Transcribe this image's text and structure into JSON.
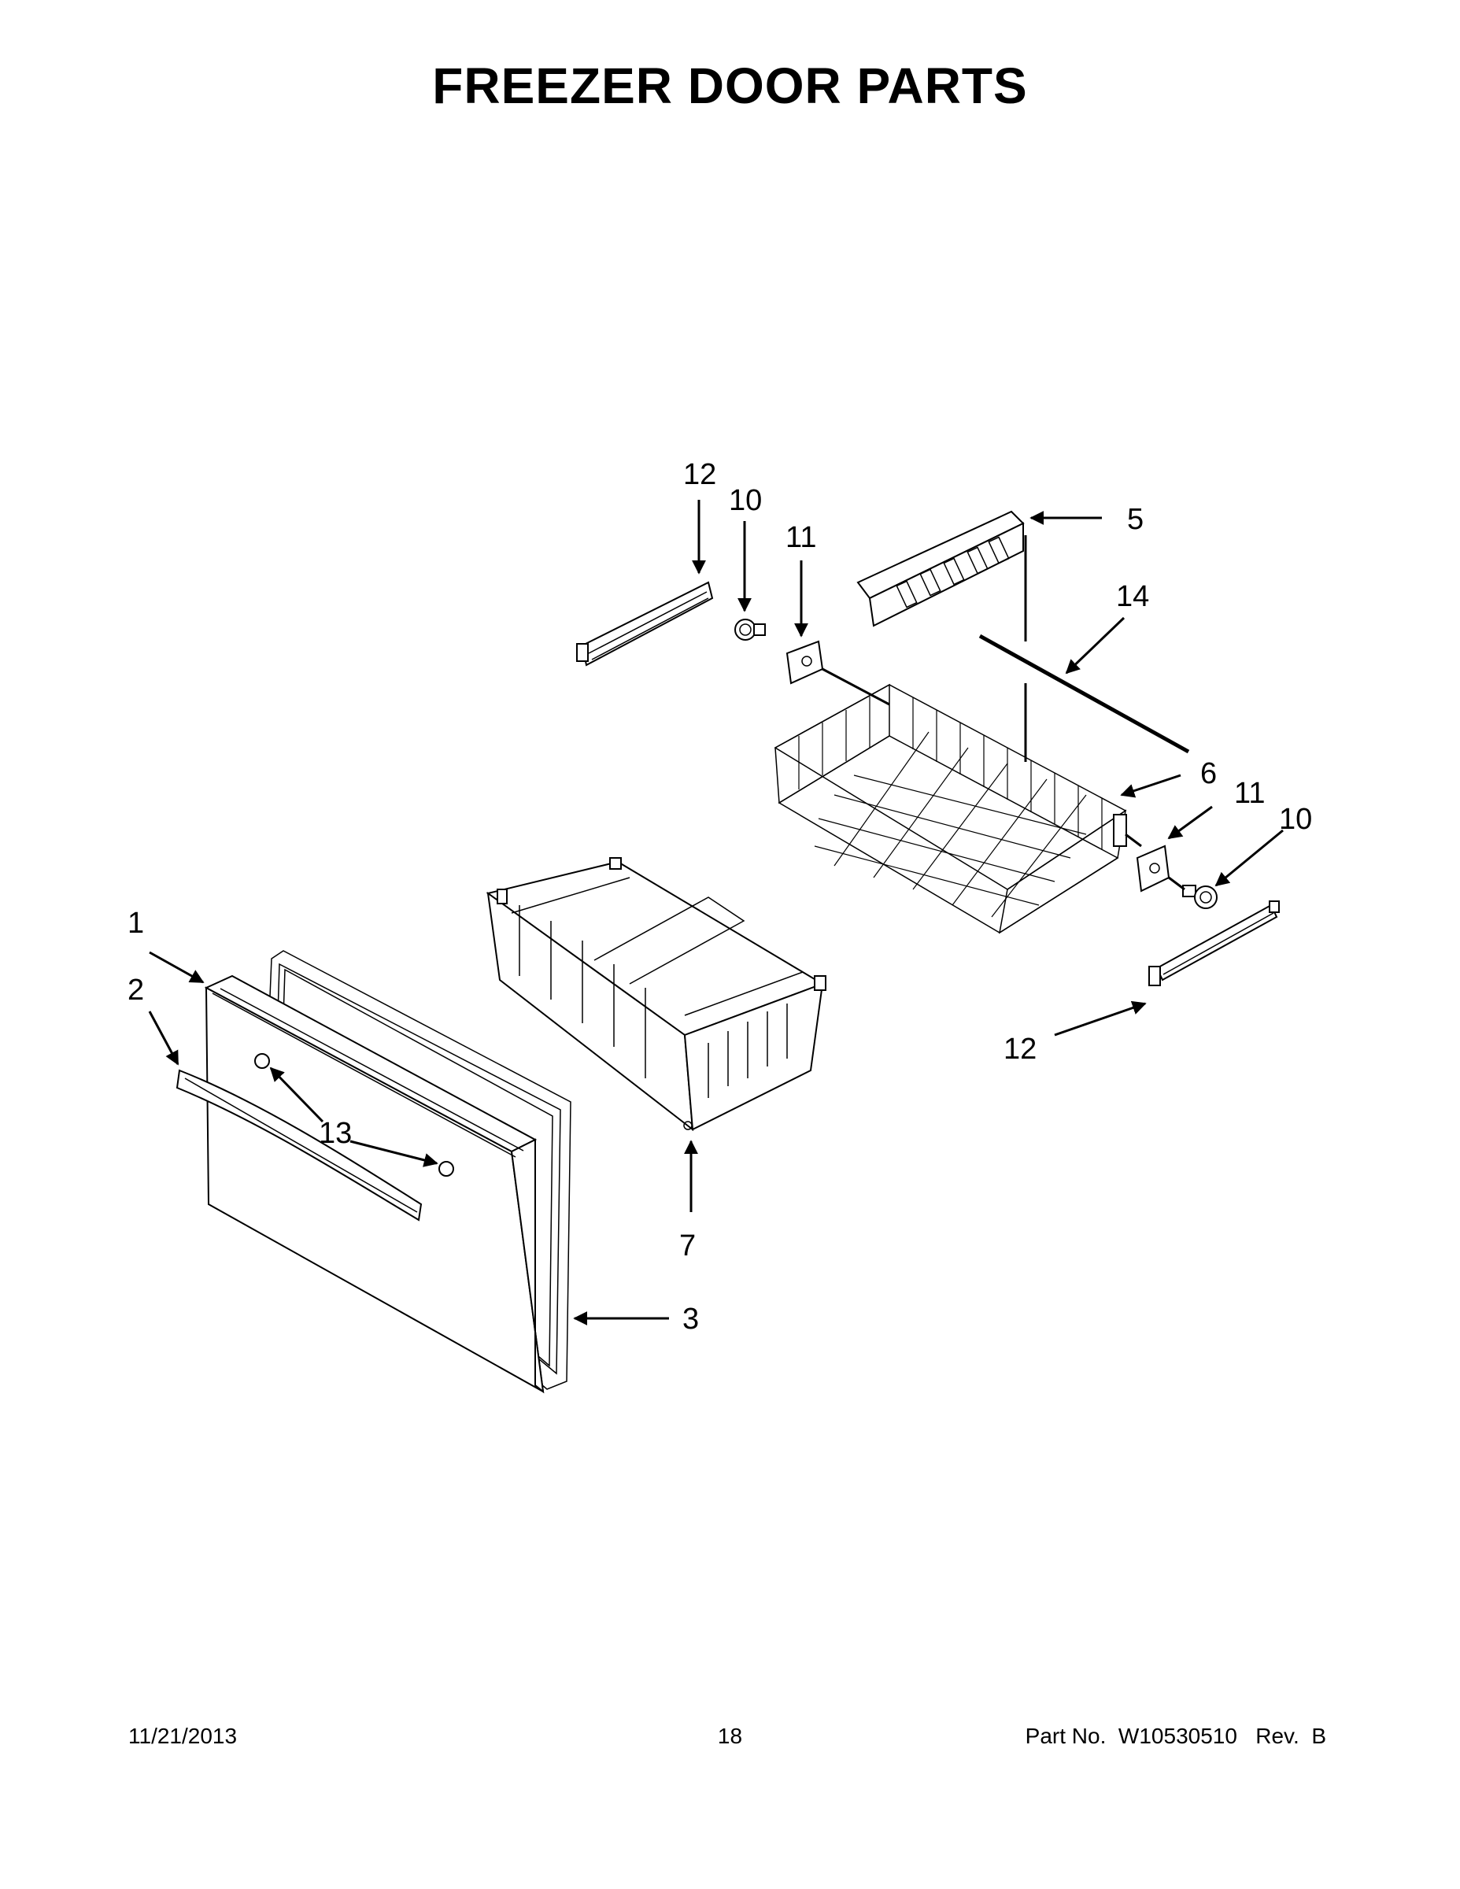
{
  "title": "FREEZER DOOR PARTS",
  "callouts": {
    "c1": "1",
    "c2": "2",
    "c3": "3",
    "c5": "5",
    "c6": "6",
    "c7": "7",
    "c10a": "10",
    "c10b": "10",
    "c11a": "11",
    "c11b": "11",
    "c12a": "12",
    "c12b": "12",
    "c13": "13",
    "c14": "14"
  },
  "footer": {
    "date": "11/21/2013",
    "page": "18",
    "part_no": "Part No.  W10530510   Rev.  B"
  }
}
